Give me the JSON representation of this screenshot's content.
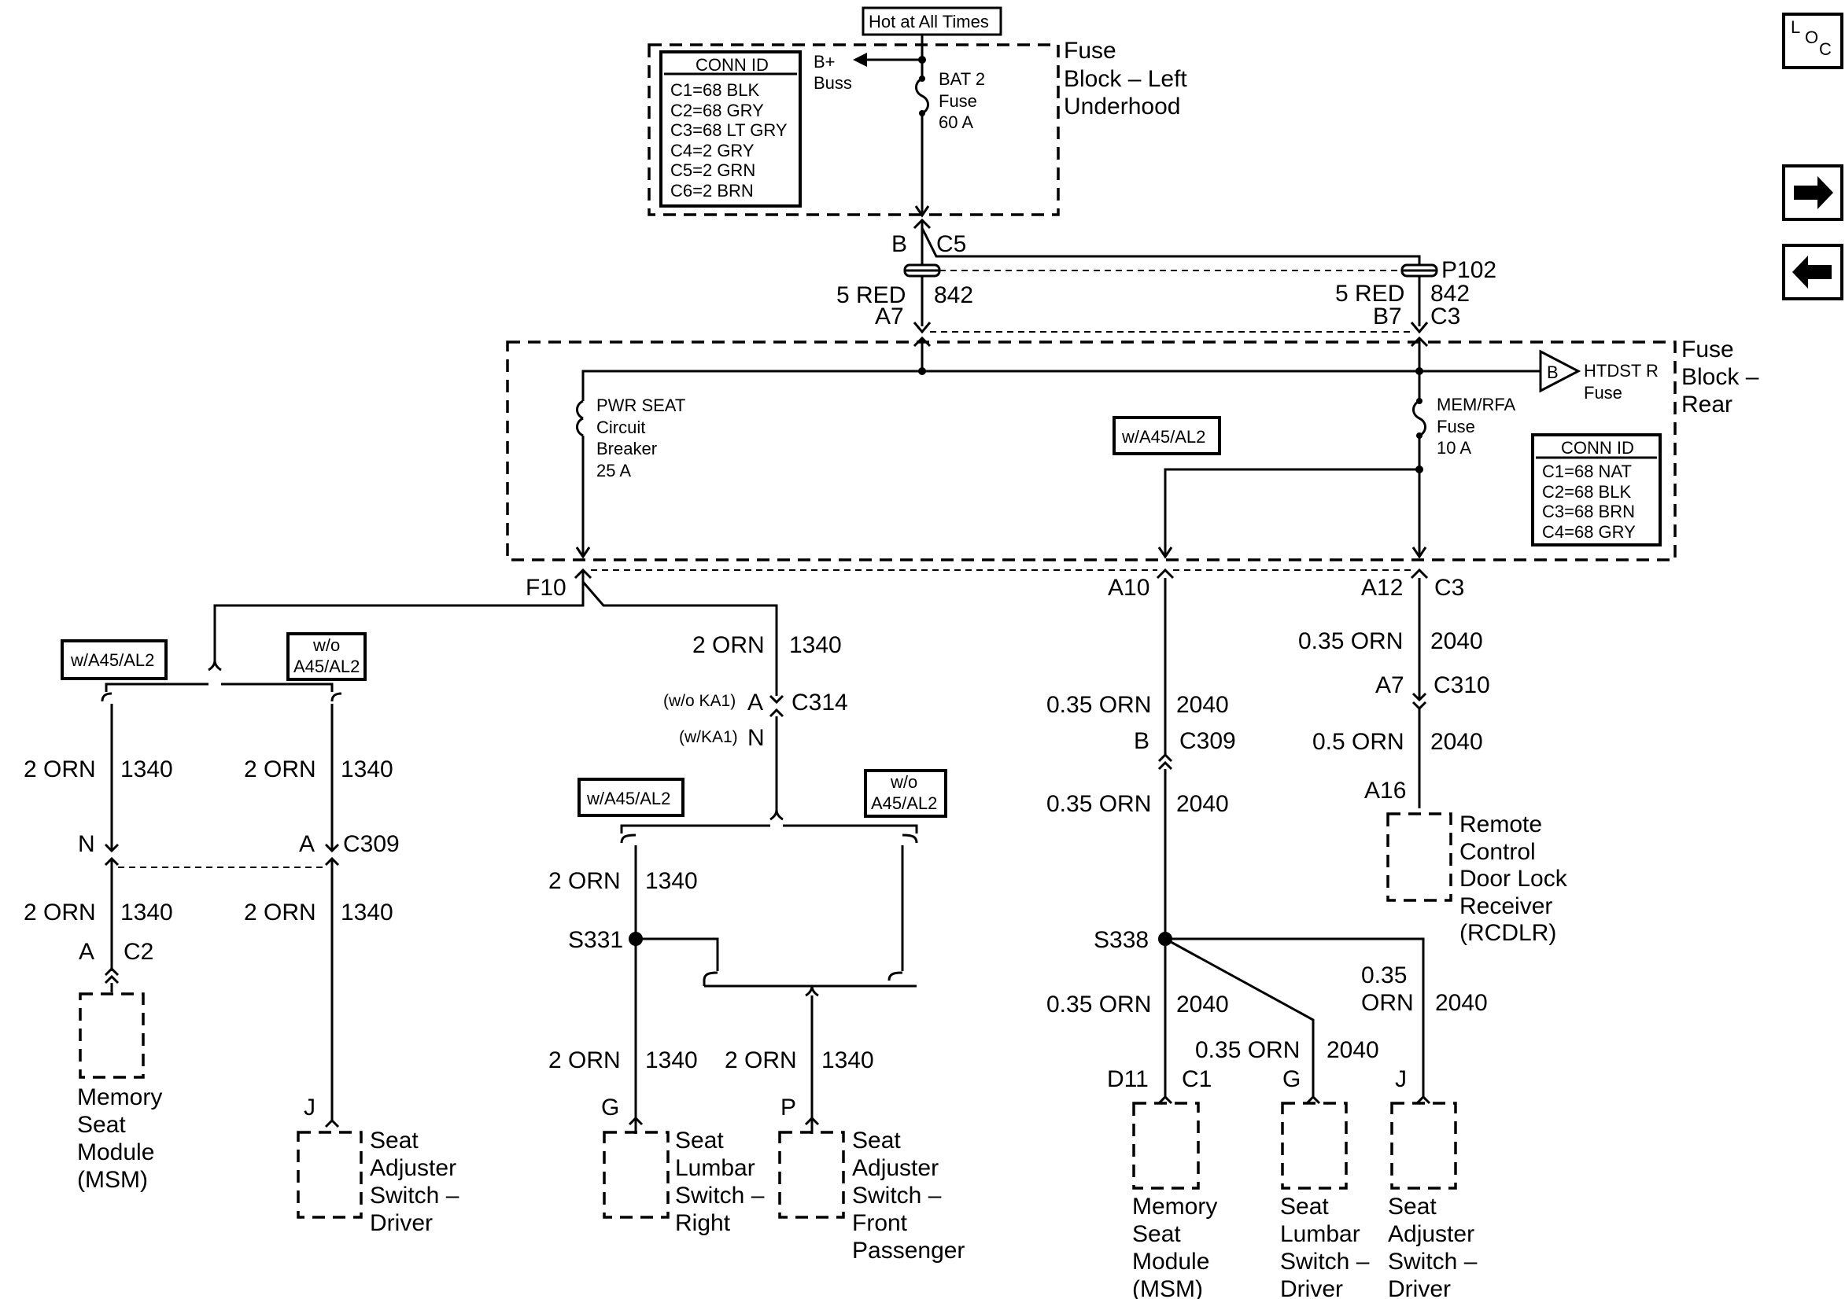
{
  "hot_label": "Hot at All Times",
  "fuse_block_left": {
    "line1": "Fuse",
    "line2": "Block – Left",
    "line3": "Underhood"
  },
  "conn_id_left": {
    "title": "CONN ID",
    "rows": [
      "C1=68 BLK",
      "C2=68 GRY",
      "C3=68 LT GRY",
      "C4=2 GRY",
      "C5=2 GRN",
      "C6=2 BRN"
    ]
  },
  "bbuss": {
    "line1": "B+",
    "line2": "Buss"
  },
  "bat2": {
    "line1": "BAT 2",
    "line2": "Fuse",
    "line3": "60 A"
  },
  "top_conn": {
    "b": "B",
    "c5": "C5",
    "p102": "P102"
  },
  "top_wire_left": {
    "size": "5 RED",
    "circuit": "842",
    "pin": "A7"
  },
  "top_wire_right": {
    "size": "5 RED",
    "circuit": "842",
    "pin": "B7",
    "conn": "C3"
  },
  "fuse_block_rear": {
    "line1": "Fuse",
    "line2": "Block –",
    "line3": "Rear"
  },
  "htdst": {
    "b": "B",
    "line1": "HTDST R",
    "line2": "Fuse"
  },
  "pwr_seat": {
    "line1": "PWR SEAT",
    "line2": "Circuit",
    "line3": "Breaker",
    "line4": "25 A"
  },
  "mem_rfa": {
    "line1": "MEM/RFA",
    "line2": "Fuse",
    "line3": "10 A"
  },
  "opt_box_rear": "w/A45/AL2",
  "conn_id_rear": {
    "title": "CONN ID",
    "rows": [
      "C1=68 NAT",
      "C2=68 BLK",
      "C3=68 BRN",
      "C4=68 GRY"
    ]
  },
  "f10": "F10",
  "a10": "A10",
  "a12": "A12",
  "c3": "C3",
  "left_branch": {
    "opt_with": "w/A45/AL2",
    "opt_without_1": "w/o",
    "opt_without_2": "A45/AL2",
    "wire_a_size": "2 ORN",
    "wire_a_circuit": "1340",
    "wire_b_size": "2 ORN",
    "wire_b_circuit": "1340",
    "pin_n": "N",
    "pin_a": "A",
    "c309": "C309",
    "wire_c_size": "2 ORN",
    "wire_c_circuit": "1340",
    "wire_d_size": "2 ORN",
    "wire_d_circuit": "1340",
    "pin_a2": "A",
    "c2": "C2",
    "msm": {
      "line1": "Memory",
      "line2": "Seat",
      "line3": "Module",
      "line4": "(MSM)"
    },
    "pin_j": "J",
    "seat_adj_drv": {
      "line1": "Seat",
      "line2": "Adjuster",
      "line3": "Switch –",
      "line4": "Driver"
    }
  },
  "mid_branch": {
    "top_size": "2 ORN",
    "top_circuit": "1340",
    "wo_ka1": "(w/o KA1)",
    "pin_a": "A",
    "c314": "C314",
    "w_ka1": "(w/KA1)",
    "pin_n": "N",
    "opt_with": "w/A45/AL2",
    "opt_without_1": "w/o",
    "opt_without_2": "A45/AL2",
    "wire_size": "2 ORN",
    "wire_circuit": "1340",
    "s331": "S331",
    "right_size": "2 ORN",
    "right_circuit": "1340",
    "left_size": "2 ORN",
    "left_circuit": "1340",
    "pin_g": "G",
    "pin_p": "P",
    "lumbar_right": {
      "line1": "Seat",
      "line2": "Lumbar",
      "line3": "Switch –",
      "line4": "Right"
    },
    "adj_front": {
      "line1": "Seat",
      "line2": "Adjuster",
      "line3": "Switch –",
      "line4": "Front",
      "line5": "Passenger"
    }
  },
  "right_branch": {
    "w1_size": "0.35 ORN",
    "w1_circuit": "2040",
    "pin_b": "B",
    "c309": "C309",
    "w2_size": "0.35 ORN",
    "w2_circuit": "2040",
    "s338": "S338",
    "w3_size": "0.35 ORN",
    "w3_circuit": "2040",
    "w4_size": "0.35 ORN",
    "w4_circuit": "2040",
    "w5_size_1": "0.35",
    "w5_size_2": "ORN",
    "w5_circuit": "2040",
    "pin_d11": "D11",
    "c1": "C1",
    "pin_g": "G",
    "pin_j": "J",
    "msm": {
      "line1": "Memory",
      "line2": "Seat",
      "line3": "Module",
      "line4": "(MSM)"
    },
    "lumbar_drv": {
      "line1": "Seat",
      "line2": "Lumbar",
      "line3": "Switch –",
      "line4": "Driver"
    },
    "adj_drv": {
      "line1": "Seat",
      "line2": "Adjuster",
      "line3": "Switch –",
      "line4": "Driver"
    }
  },
  "rcdlr_branch": {
    "w1_size": "0.35 ORN",
    "w1_circuit": "2040",
    "pin_a7": "A7",
    "c310": "C310",
    "w2_size": "0.5 ORN",
    "w2_circuit": "2040",
    "pin_a16": "A16",
    "rcdlr": {
      "line1": "Remote",
      "line2": "Control",
      "line3": "Door Lock",
      "line4": "Receiver",
      "line5": "(RCDLR)"
    }
  },
  "nav": {
    "loc_l": "L",
    "loc_o": "O",
    "loc_c": "C",
    "next_icon": "arrow-right-icon",
    "prev_icon": "arrow-left-icon"
  }
}
